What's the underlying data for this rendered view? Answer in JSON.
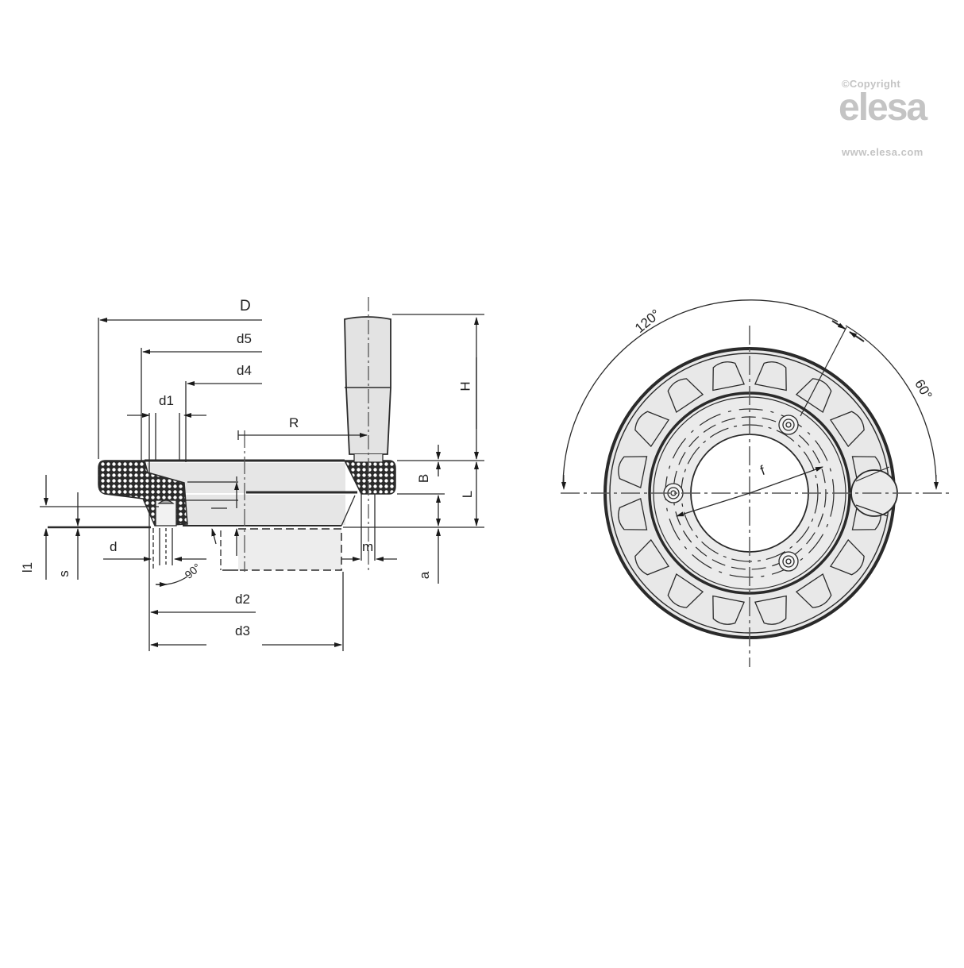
{
  "watermark": {
    "copyright": "©Copyright",
    "logo": "elesa",
    "url": "www.elesa.com",
    "color": "#c4c4c4"
  },
  "side_view": {
    "title": "Side section view of handwheel with revolving handle",
    "dimensions": {
      "D": "D",
      "d5": "d5",
      "d4": "d4",
      "d1": "d1",
      "R": "R",
      "H": "H",
      "B": "B",
      "L": "L",
      "l1": "l1",
      "s": "s",
      "d": "d",
      "angle": "90°",
      "m": "m",
      "a": "a",
      "d2": "d2",
      "d3": "d3"
    }
  },
  "front_view": {
    "title": "Front view of handwheel",
    "dimensions": {
      "angle_120": "120°",
      "angle_60": "60°",
      "f": "f"
    }
  },
  "colors": {
    "line": "#2a2a2a",
    "fill_grey": "#e3e3e3",
    "centerline": "#555555"
  }
}
